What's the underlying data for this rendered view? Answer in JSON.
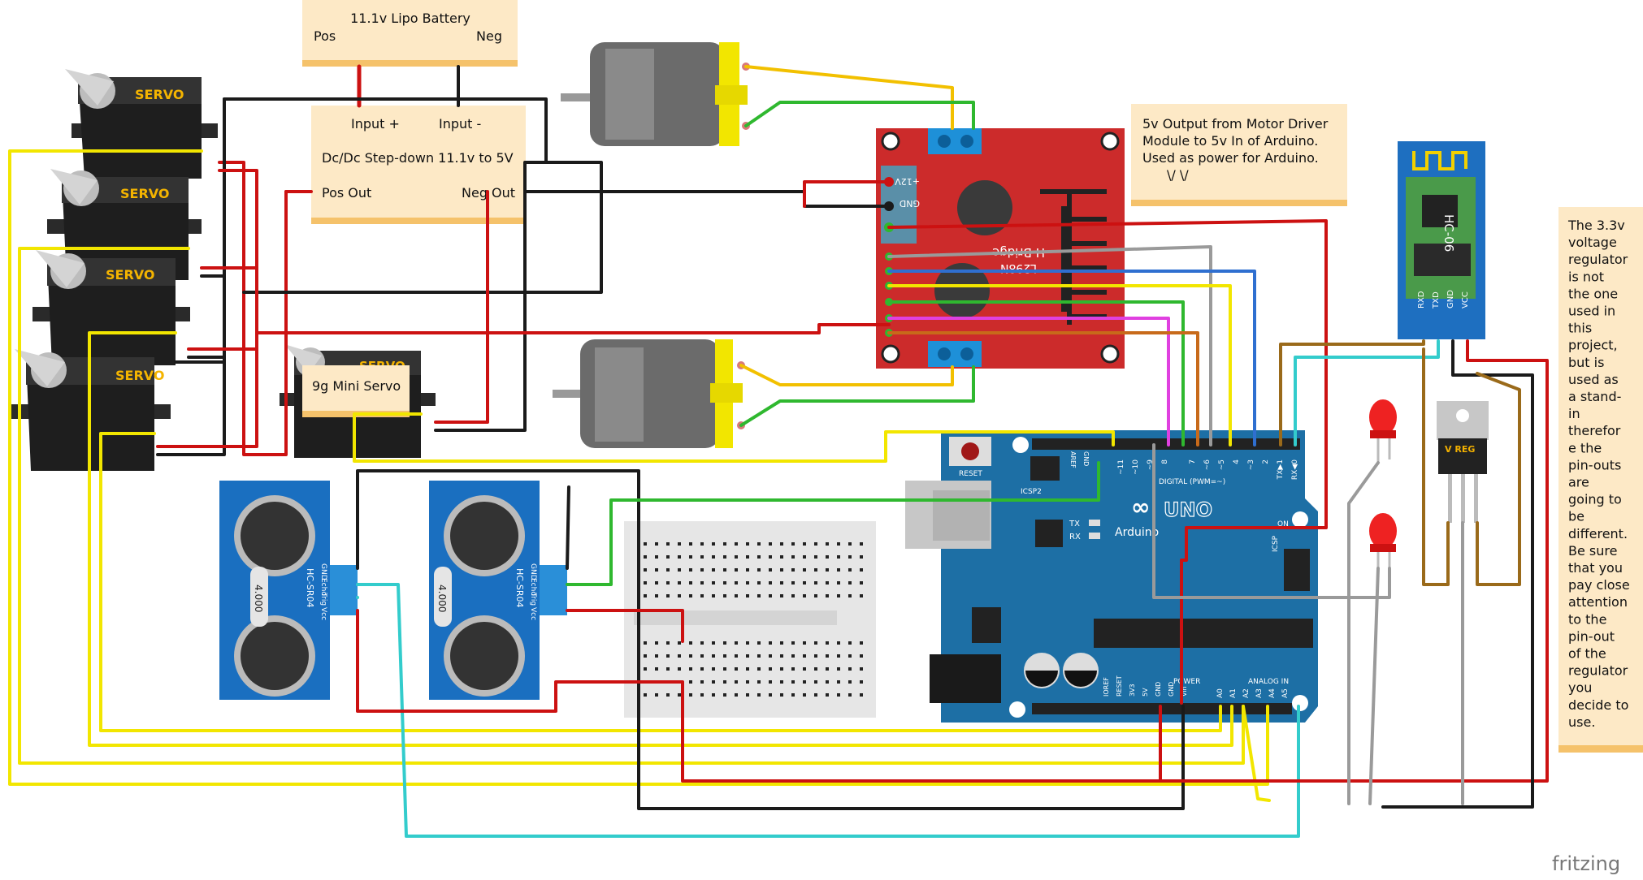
{
  "app": {
    "watermark": "fritzing"
  },
  "notes": {
    "battery": {
      "title": "11.1v Lipo Battery",
      "pos": "Pos",
      "neg": "Neg"
    },
    "stepdown": {
      "in_pos": "Input +",
      "in_neg": "Input -",
      "title": "Dc/Dc Step-down 11.1v to 5V",
      "out_pos": "Pos  Out",
      "out_neg": "Neg Out"
    },
    "servo_label": "9g Mini Servo",
    "motor_power": [
      "5v Output from Motor Driver",
      "Module to 5v In of Arduino.",
      "Used as power for Arduino.",
      "\\/                  \\/"
    ],
    "regulator": [
      "The 3.3v",
      "voltage",
      "regulator",
      "is not",
      "the one",
      "used in",
      "this",
      "project,",
      "but is",
      "used as",
      "a stand-",
      "in",
      "therefor",
      "e the",
      "pin-outs",
      "are",
      "going to",
      "be",
      "different.",
      "Be sure",
      "that you",
      "pay close",
      "attention",
      "to the",
      "pin-out",
      "of the",
      "regulator",
      "you",
      "decide to",
      "use."
    ]
  },
  "parts": {
    "servo_brand": "SERVO",
    "sonar_model": "HC-SR04",
    "sonar_freq": "4.000",
    "sonar_pins": [
      "GND",
      "Echo",
      "Trig",
      "Vcc"
    ],
    "hbridge": {
      "v12": "+12V",
      "gnd": "GND",
      "title": "H-Bridge",
      "model": "L298N"
    },
    "bt": {
      "model": "HC-06",
      "pins": [
        "RXD",
        "TXD",
        "GND",
        "VCC"
      ]
    },
    "vreg": "V REG",
    "arduino": {
      "name": "Arduino",
      "model": "UNO",
      "reset": "RESET",
      "icsp2": "ICSP2",
      "icsp": "ICSP",
      "aref": "AREF",
      "gnd": "GND",
      "digital": "DIGITAL (PWM=~)",
      "digital_pins": [
        "~11",
        "~10",
        "~9",
        "8",
        "7",
        "~6",
        "~5",
        "4",
        "~3",
        "2",
        "TX▶1",
        "RX◀0"
      ],
      "tx": "TX",
      "rx": "RX",
      "on": "ON",
      "power": "POWER",
      "analog": "ANALOG IN",
      "power_pins": [
        "IOREF",
        "RESET",
        "3V3",
        "5V",
        "GND",
        "GND",
        "Vin"
      ],
      "analog_pins": [
        "A0",
        "A1",
        "A2",
        "A3",
        "A4",
        "A5"
      ]
    }
  },
  "colors": {
    "yellow": "#f2e600",
    "red": "#cc1111",
    "black": "#1a1a1a",
    "green": "#2fb82f",
    "cyan": "#33cccc",
    "gray": "#9a9a9a",
    "blue": "#2f6fd0",
    "orange": "#c86a1a",
    "magenta": "#e040e0",
    "brown": "#9a6a1a",
    "note": "#fde9c6"
  }
}
